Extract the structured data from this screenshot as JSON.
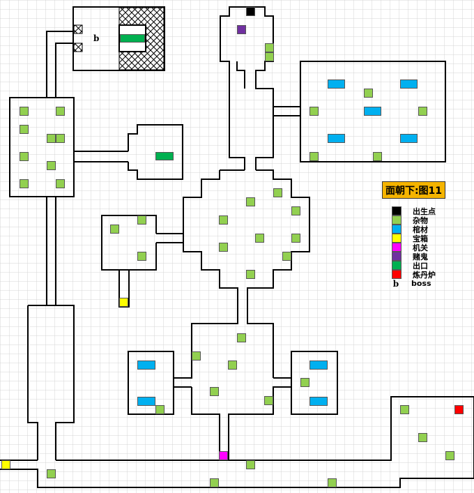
{
  "legend": {
    "title": "面朝下:图11",
    "items": [
      {
        "key": "spawn",
        "label": "出生点",
        "color": "#000000"
      },
      {
        "key": "misc",
        "label": "杂物",
        "color": "#92d050"
      },
      {
        "key": "coffin",
        "label": "棺材",
        "color": "#00b0f0"
      },
      {
        "key": "chest",
        "label": "宝箱",
        "color": "#ffff00"
      },
      {
        "key": "switch",
        "label": "机关",
        "color": "#ff00ff"
      },
      {
        "key": "gambler",
        "label": "赌鬼",
        "color": "#7030a0"
      },
      {
        "key": "exit",
        "label": "出口",
        "color": "#00b050"
      },
      {
        "key": "furnace",
        "label": "炼丹炉",
        "color": "#ff0000"
      }
    ],
    "boss": {
      "symbol": "b",
      "label": "boss"
    }
  },
  "map": {
    "boss_marker": "b"
  }
}
